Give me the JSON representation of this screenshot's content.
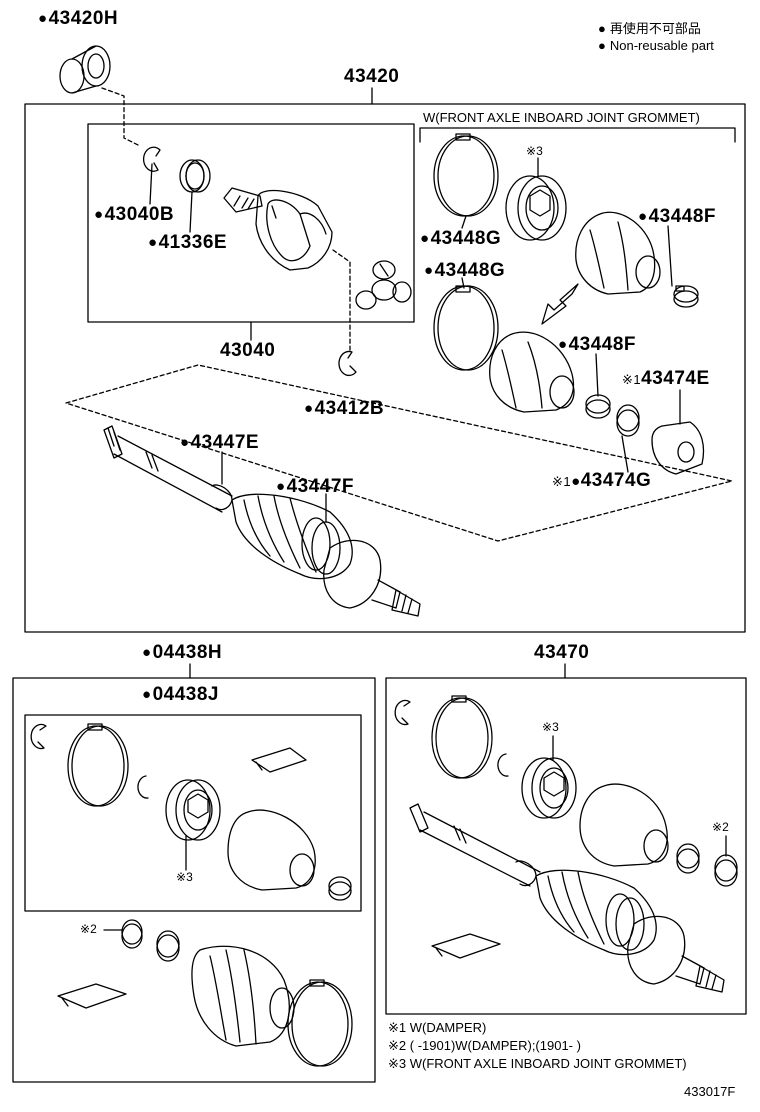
{
  "legend": {
    "line1": "再使用不可部品",
    "line2": "Non-reusable part"
  },
  "labels": {
    "p43420H": "43420H",
    "p43420": "43420",
    "p43040B": "43040B",
    "p41336E": "41336E",
    "p43040": "43040",
    "p43412B": "43412B",
    "p43447E": "43447E",
    "p43447F": "43447F",
    "p43448G_a": "43448G",
    "p43448F_a": "43448F",
    "p43448G_b": "43448G",
    "p43448F_b": "43448F",
    "p43474E": "43474E",
    "p43474G": "43474G",
    "p04438H": "04438H",
    "p04438J": "04438J",
    "p43470": "43470"
  },
  "marks": {
    "m3_top": "3",
    "m1_43474E": "1",
    "m1_43474G": "1",
    "m3_left": "3",
    "m2_left": "2",
    "m3_right": "3",
    "m2_right": "2"
  },
  "w_header": "W(FRONT AXLE INBOARD JOINT GROMMET)",
  "footnotes": {
    "n1": "1 W(DAMPER)",
    "n2": "2 (        -1901)W(DAMPER);(1901-        )",
    "n3": "3 W(FRONT AXLE INBOARD JOINT GROMMET)"
  },
  "diagram_code": "433017F"
}
